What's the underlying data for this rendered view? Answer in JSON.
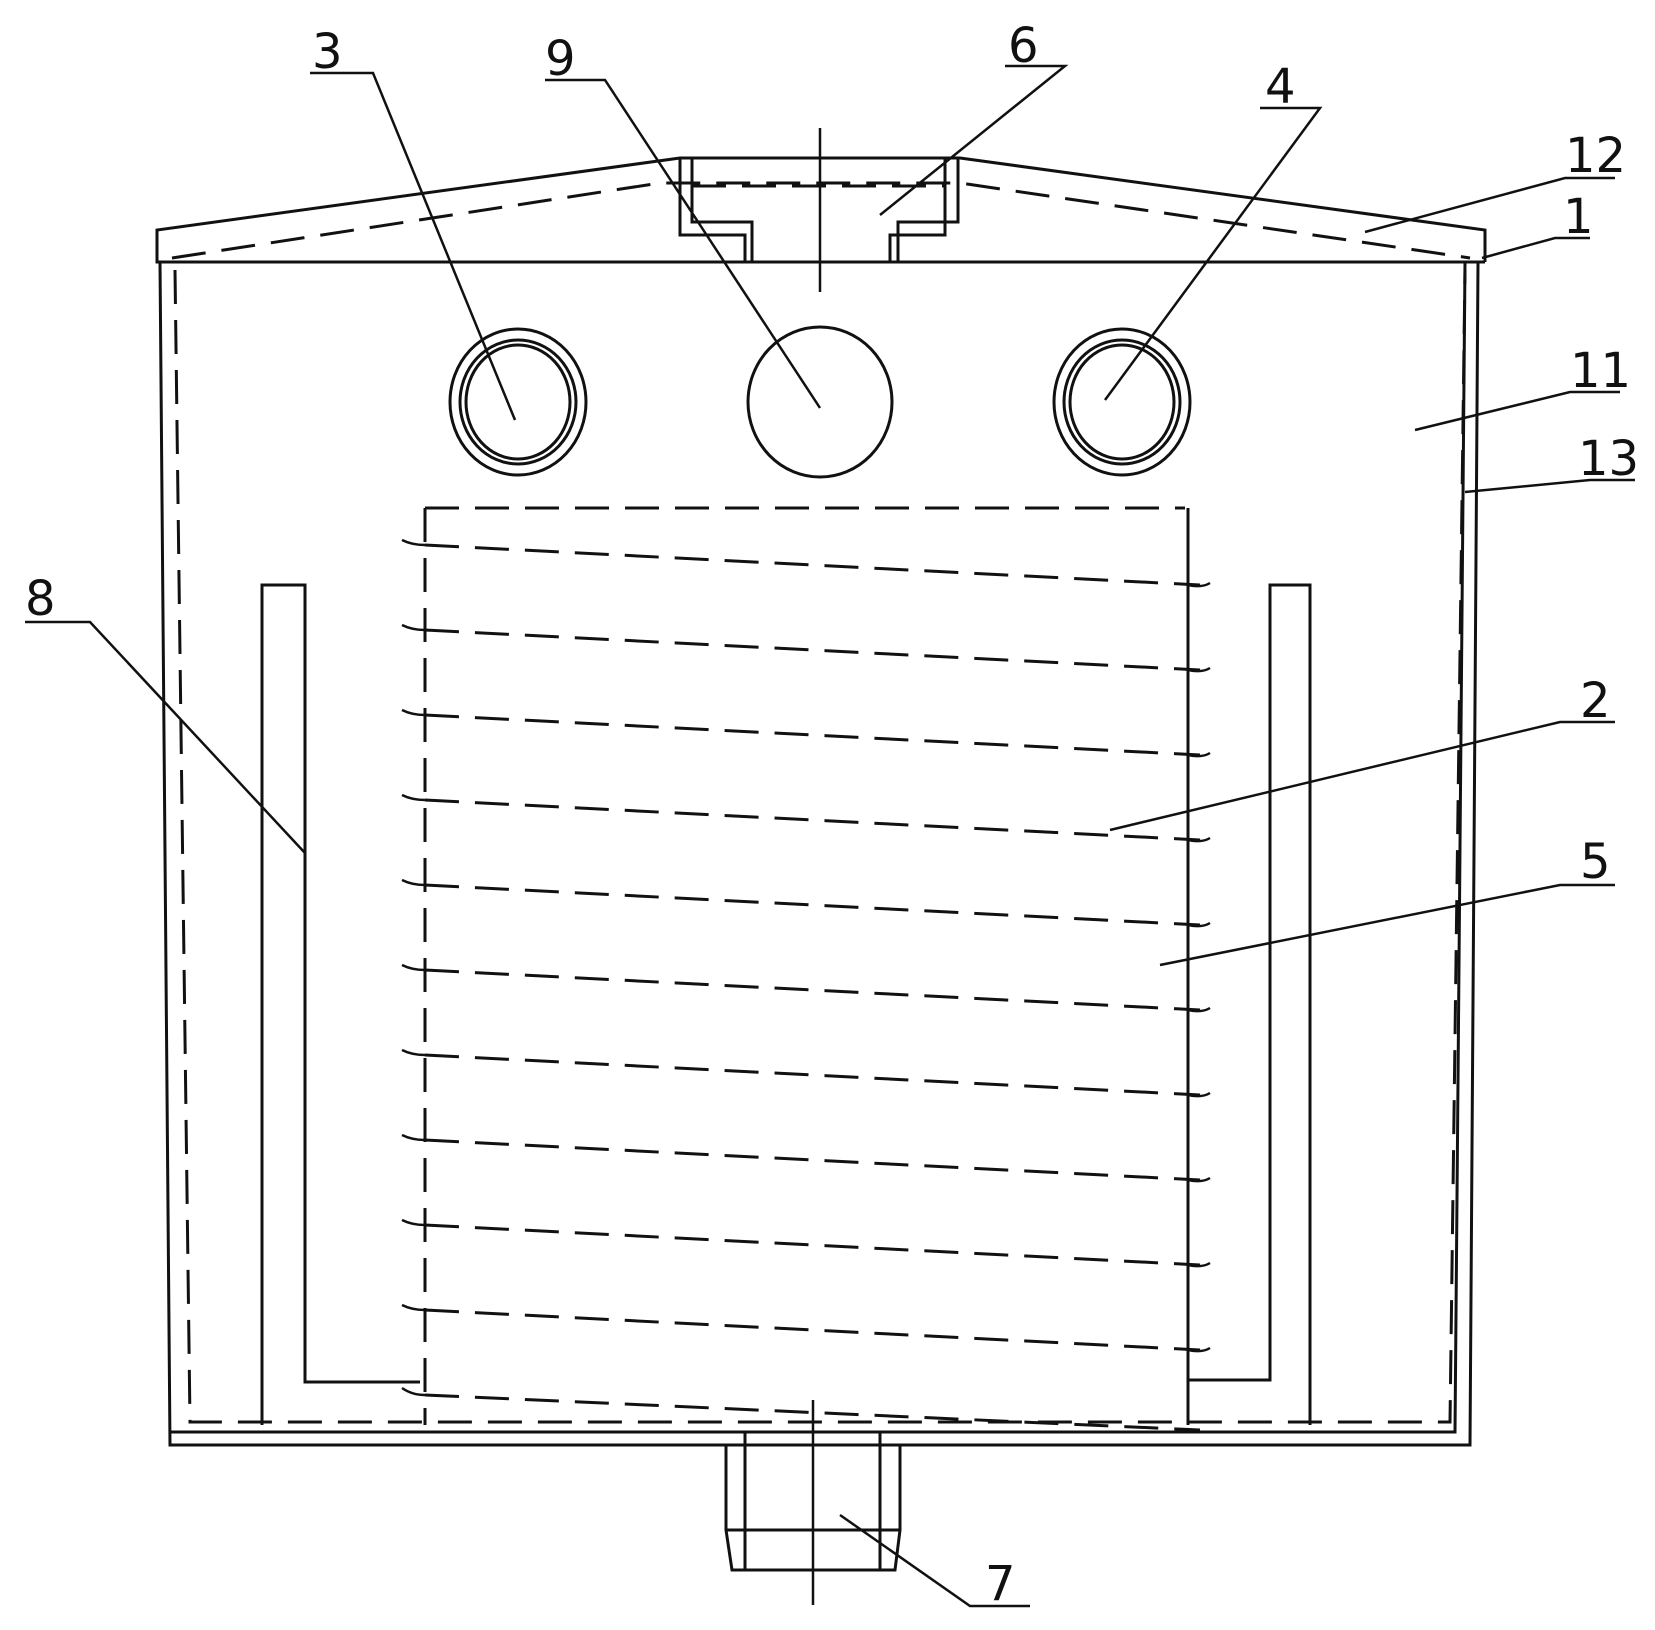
{
  "diagram": {
    "reference_numerals": [
      "1",
      "2",
      "3",
      "4",
      "5",
      "6",
      "7",
      "8",
      "9",
      "11",
      "12",
      "13"
    ]
  }
}
